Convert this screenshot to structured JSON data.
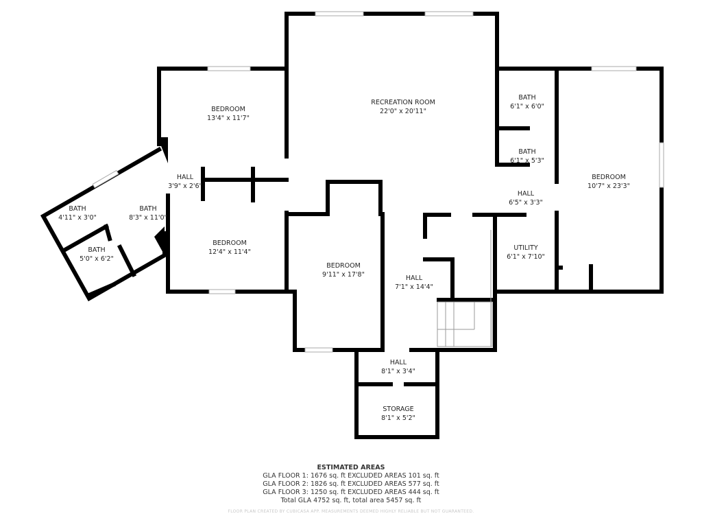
{
  "rooms": [
    {
      "name": "RECREATION ROOM",
      "size": "22'0\" x 20'11\""
    },
    {
      "name": "BEDROOM",
      "size": "13'4\" x 11'7\""
    },
    {
      "name": "HALL",
      "size": "3'9\" x 2'6\""
    },
    {
      "name": "BATH",
      "size": "4'11\" x 3'0\""
    },
    {
      "name": "BATH",
      "size": "8'3\" x 11'0\""
    },
    {
      "name": "BATH",
      "size": "5'0\" x 6'2\""
    },
    {
      "name": "BEDROOM",
      "size": "12'4\" x 11'4\""
    },
    {
      "name": "BEDROOM",
      "size": "9'11\" x 17'8\""
    },
    {
      "name": "HALL",
      "size": "7'1\" x 14'4\""
    },
    {
      "name": "BATH",
      "size": "6'1\" x 6'0\""
    },
    {
      "name": "BATH",
      "size": "6'1\" x 5'3\""
    },
    {
      "name": "HALL",
      "size": "6'5\" x 3'3\""
    },
    {
      "name": "UTILITY",
      "size": "6'1\" x 7'10\""
    },
    {
      "name": "BEDROOM",
      "size": "10'7\" x 23'3\""
    },
    {
      "name": "HALL",
      "size": "8'1\" x 3'4\""
    },
    {
      "name": "STORAGE",
      "size": "8'1\" x 5'2\""
    }
  ],
  "areas": {
    "title": "ESTIMATED AREAS",
    "lines": [
      "GLA FLOOR 1: 1676 sq. ft EXCLUDED AREAS 101 sq. ft",
      "GLA FLOOR 2: 1826 sq. ft EXCLUDED AREAS 577 sq. ft",
      "GLA FLOOR 3: 1250 sq. ft EXCLUDED AREAS 444 sq. ft",
      "Total GLA 4752 sq. ft, total area 5457 sq. ft"
    ]
  },
  "disclaimer": "FLOOR PLAN CREATED BY CUBICASA APP. MEASUREMENTS DEEMED HIGHLY RELIABLE BUT NOT GUARANTEED."
}
